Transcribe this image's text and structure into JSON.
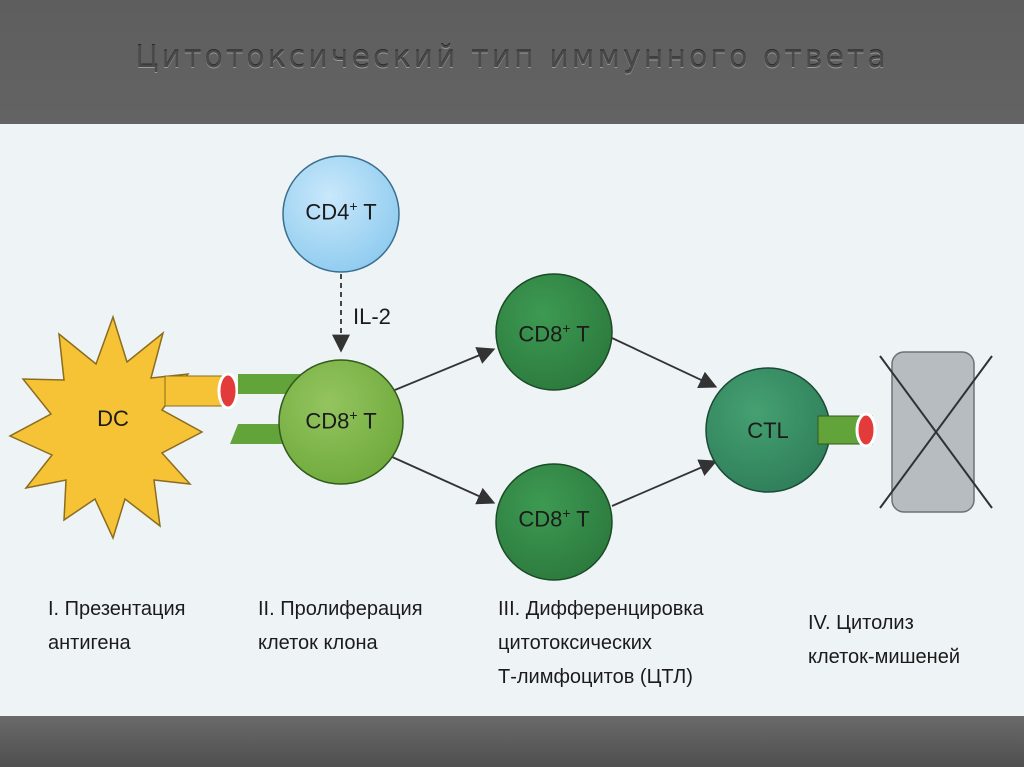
{
  "slide": {
    "title": "Цитотоксический тип иммунного ответа"
  },
  "diagram": {
    "cells": {
      "dc": "DC",
      "cd4": {
        "base": "CD4",
        "sup": "+",
        "suffix": " T"
      },
      "cd8_main": {
        "base": "CD8",
        "sup": "+",
        "suffix": " T"
      },
      "cd8_top": {
        "base": "CD8",
        "sup": "+",
        "suffix": " T"
      },
      "cd8_bottom": {
        "base": "CD8",
        "sup": "+",
        "suffix": " T"
      },
      "ctl": "CTL"
    },
    "cytokine": "IL-2",
    "stages": [
      {
        "text": "I. Презентация\nантигена"
      },
      {
        "text": "II. Пролиферация\nклеток клона"
      },
      {
        "text": "III. Дифференцировка\nцитотоксических\nТ-лимфоцитов (ЦТЛ)"
      },
      {
        "text": "IV. Цитолиз\nклеток-мишеней"
      }
    ],
    "colors": {
      "cd4_fill": "#8ecbef",
      "cd8_light": "#6faa3c",
      "cd8_dark": "#2c7a3e",
      "ctl_fill": "#2f7f5a",
      "dc_fill": "#f6c236",
      "receptor_green": "#62a33a",
      "target_gray": "#b7bcc0"
    }
  }
}
